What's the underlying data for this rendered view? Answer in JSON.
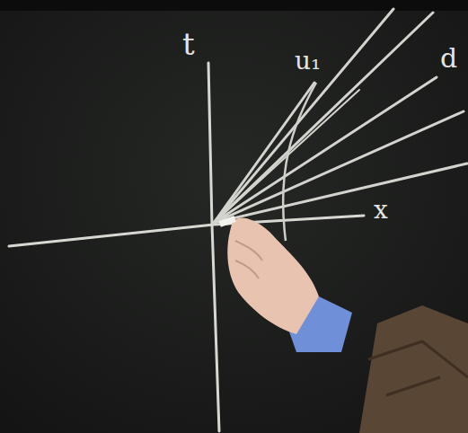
{
  "diagram": {
    "labels": [
      "t",
      "x",
      "u₁",
      "d"
    ]
  }
}
